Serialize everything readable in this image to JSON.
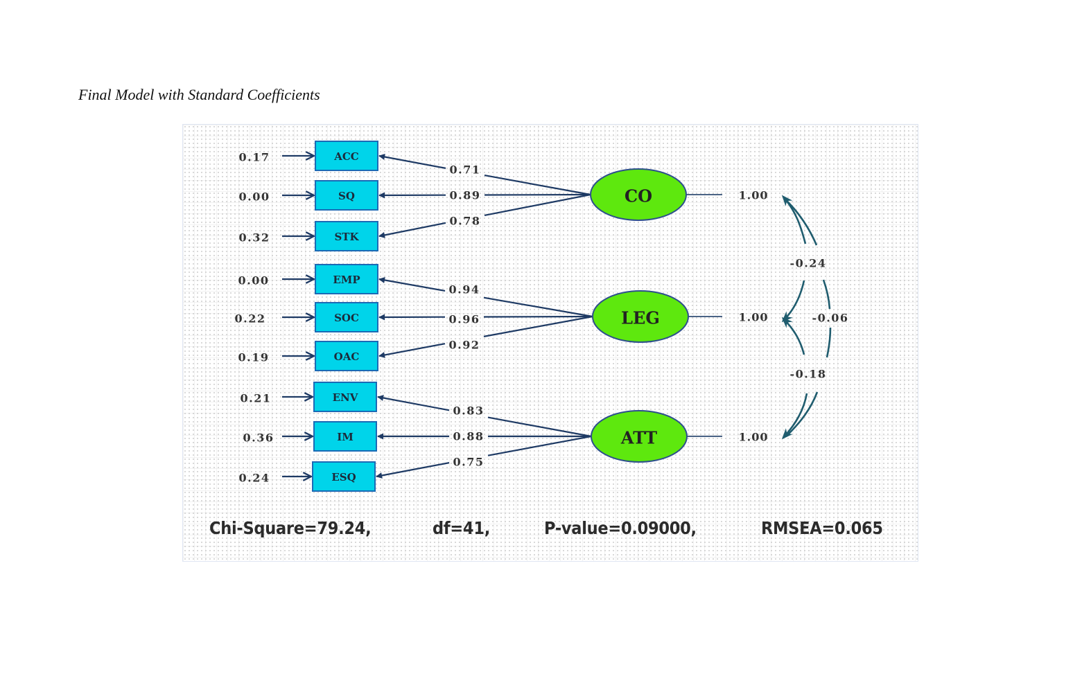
{
  "caption": "Final Model with Standard Coefficients",
  "colors": {
    "indicator_fill": "#00d4ea",
    "indicator_border": "#1b6ab5",
    "latent_fill": "#5ee80e",
    "latent_border": "#2d4f8c",
    "path_color": "#1e3a64",
    "correlation_color": "#1f5c6e"
  },
  "latent_factors": [
    {
      "name": "CO",
      "variance": "1.00",
      "indicators": [
        {
          "name": "ACC",
          "loading": "0.71",
          "error": "0.17"
        },
        {
          "name": "SQ",
          "loading": "0.89",
          "error": "0.00"
        },
        {
          "name": "STK",
          "loading": "0.78",
          "error": "0.32"
        }
      ]
    },
    {
      "name": "LEG",
      "variance": "1.00",
      "indicators": [
        {
          "name": "EMP",
          "loading": "0.94",
          "error": "0.00"
        },
        {
          "name": "SOC",
          "loading": "0.96",
          "error": "0.22"
        },
        {
          "name": "OAC",
          "loading": "0.92",
          "error": "0.19"
        }
      ]
    },
    {
      "name": "ATT",
      "variance": "1.00",
      "indicators": [
        {
          "name": "ENV",
          "loading": "0.83",
          "error": "0.21"
        },
        {
          "name": "IM",
          "loading": "0.88",
          "error": "0.36"
        },
        {
          "name": "ESQ",
          "loading": "0.75",
          "error": "0.24"
        }
      ]
    }
  ],
  "correlations": [
    {
      "from": "CO",
      "to": "LEG",
      "value": "-0.24"
    },
    {
      "from": "LEG",
      "to": "ATT",
      "value": "-0.18"
    },
    {
      "from": "CO",
      "to": "ATT",
      "value": "-0.06"
    }
  ],
  "fit_statistics": {
    "chi_square": "Chi-Square=79.24,",
    "df": "df=41,",
    "p_value": "P-value=0.09000,",
    "rmsea": "RMSEA=0.065"
  }
}
